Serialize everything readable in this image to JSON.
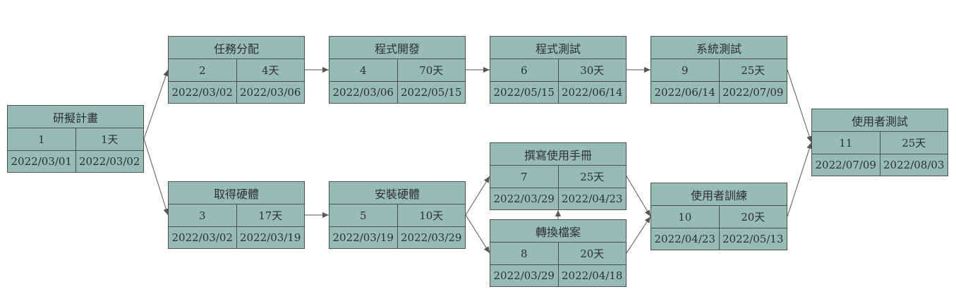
{
  "colors": {
    "node_fill": "#97bcb6",
    "node_border": "#4f4f4f",
    "edge": "#5a5651",
    "text": "#2f2f2f"
  },
  "tasks": [
    {
      "id": "t1",
      "name": "研擬計畫",
      "number": "1",
      "duration": "1天",
      "start": "2022/03/01",
      "end": "2022/03/02"
    },
    {
      "id": "t2",
      "name": "任務分配",
      "number": "2",
      "duration": "4天",
      "start": "2022/03/02",
      "end": "2022/03/06"
    },
    {
      "id": "t3",
      "name": "取得硬體",
      "number": "3",
      "duration": "17天",
      "start": "2022/03/02",
      "end": "2022/03/19"
    },
    {
      "id": "t4",
      "name": "程式開發",
      "number": "4",
      "duration": "70天",
      "start": "2022/03/06",
      "end": "2022/05/15"
    },
    {
      "id": "t5",
      "name": "安裝硬體",
      "number": "5",
      "duration": "10天",
      "start": "2022/03/19",
      "end": "2022/03/29"
    },
    {
      "id": "t6",
      "name": "程式測試",
      "number": "6",
      "duration": "30天",
      "start": "2022/05/15",
      "end": "2022/06/14"
    },
    {
      "id": "t7",
      "name": "撰寫使用手冊",
      "number": "7",
      "duration": "25天",
      "start": "2022/03/29",
      "end": "2022/04/23"
    },
    {
      "id": "t8",
      "name": "轉換檔案",
      "number": "8",
      "duration": "20天",
      "start": "2022/03/29",
      "end": "2022/04/18"
    },
    {
      "id": "t9",
      "name": "系統測試",
      "number": "9",
      "duration": "25天",
      "start": "2022/06/14",
      "end": "2022/07/09"
    },
    {
      "id": "t10",
      "name": "使用者訓練",
      "number": "10",
      "duration": "20天",
      "start": "2022/04/23",
      "end": "2022/05/13"
    },
    {
      "id": "t11",
      "name": "使用者測試",
      "number": "11",
      "duration": "25天",
      "start": "2022/07/09",
      "end": "2022/08/03"
    }
  ],
  "dependencies": [
    {
      "from": "t1",
      "to": "t2"
    },
    {
      "from": "t1",
      "to": "t3"
    },
    {
      "from": "t2",
      "to": "t4"
    },
    {
      "from": "t4",
      "to": "t6"
    },
    {
      "from": "t6",
      "to": "t9"
    },
    {
      "from": "t9",
      "to": "t11"
    },
    {
      "from": "t3",
      "to": "t5"
    },
    {
      "from": "t5",
      "to": "t7"
    },
    {
      "from": "t5",
      "to": "t8"
    },
    {
      "from": "t8",
      "to": "t7"
    },
    {
      "from": "t7",
      "to": "t10"
    },
    {
      "from": "t8",
      "to": "t10"
    },
    {
      "from": "t10",
      "to": "t11"
    }
  ]
}
